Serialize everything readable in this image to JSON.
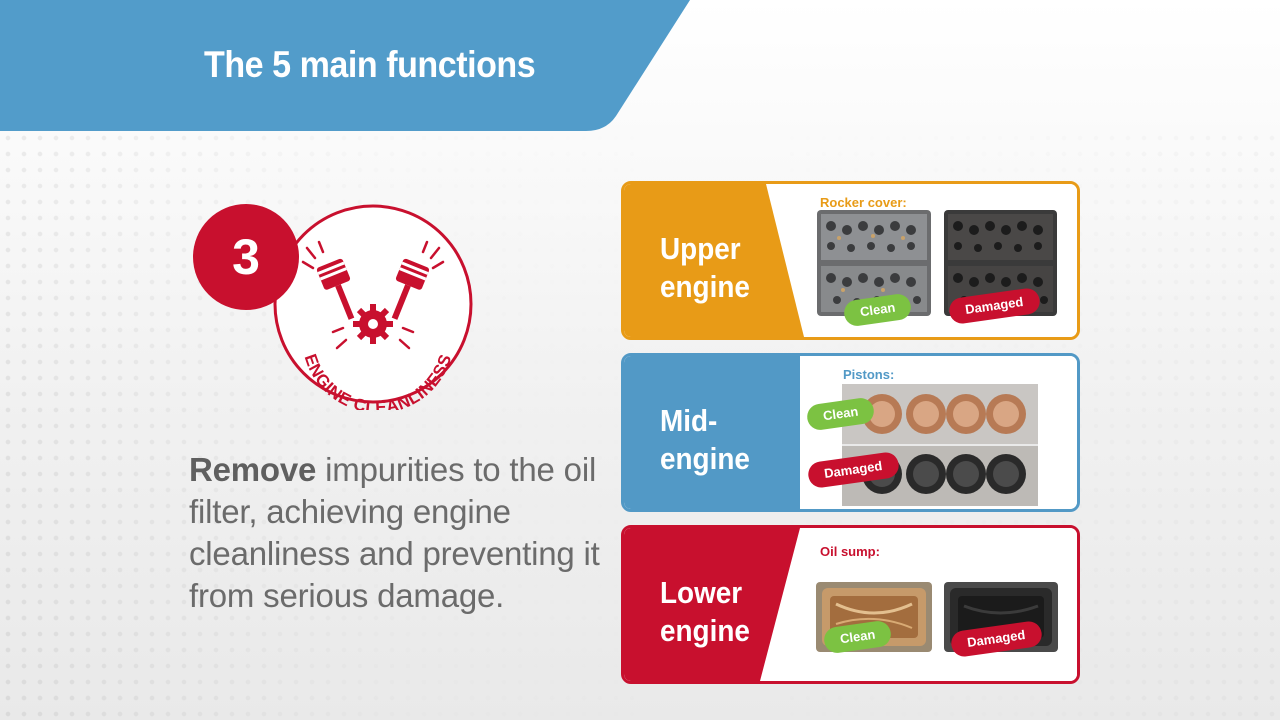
{
  "header": {
    "title": "The 5 main functions"
  },
  "badge": {
    "number": "3",
    "caption": "ENGINE CLEANLINESS",
    "icon": "pistons-gear-icon"
  },
  "description": {
    "bold": "Remove",
    "rest": " impurities to the oil filter, achieving engine cleanliness and preventing it from serious damage."
  },
  "cards": [
    {
      "line1": "Upper",
      "line2": "engine",
      "subtitle": "Rocker cover:",
      "clean": "Clean",
      "damaged": "Damaged",
      "color": "#e89b17"
    },
    {
      "line1": "Mid-",
      "line2": "engine",
      "subtitle": "Pistons:",
      "clean": "Clean",
      "damaged": "Damaged",
      "color": "#5299c6"
    },
    {
      "line1": "Lower",
      "line2": "engine",
      "subtitle": "Oil sump:",
      "clean": "Clean",
      "damaged": "Damaged",
      "color": "#c8102e"
    }
  ],
  "colors": {
    "banner": "#529cca",
    "red": "#c8102e",
    "orange": "#e89b17",
    "blue": "#5299c6",
    "green": "#7cc242"
  }
}
